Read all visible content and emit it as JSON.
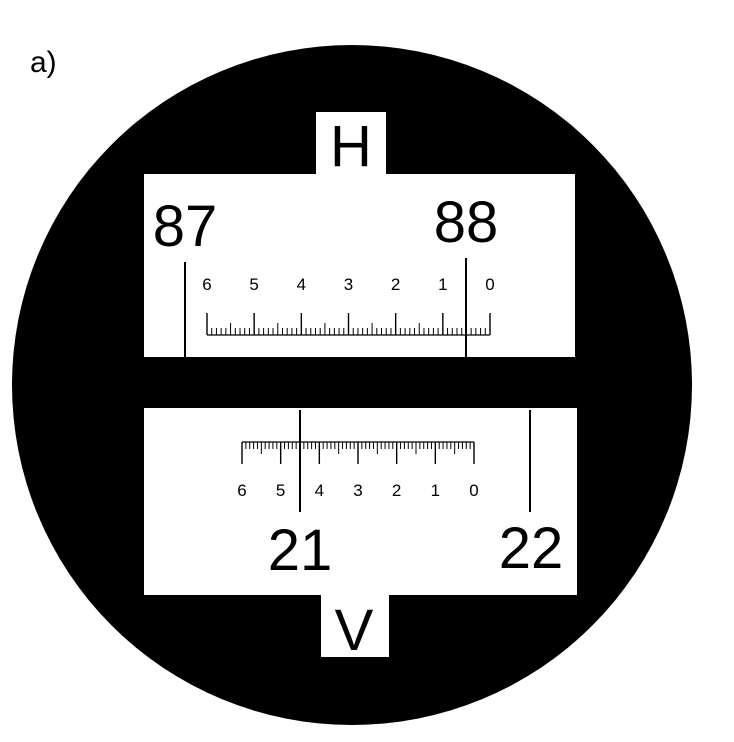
{
  "panel_label": "a)",
  "horizontal": {
    "letter": "H",
    "degree_left": "87",
    "degree_right": "88",
    "scale_numbers": [
      "6",
      "5",
      "4",
      "3",
      "2",
      "1",
      "0"
    ]
  },
  "vertical": {
    "letter": "V",
    "degree_left": "21",
    "degree_right": "22",
    "scale_numbers": [
      "6",
      "5",
      "4",
      "3",
      "2",
      "1",
      "0"
    ]
  },
  "colors": {
    "background": "#ffffff",
    "field": "#000000",
    "window": "#ffffff",
    "ink": "#000000"
  }
}
